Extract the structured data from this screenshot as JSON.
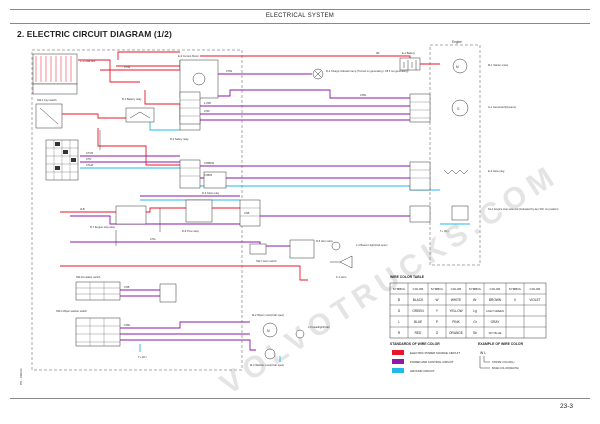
{
  "header": {
    "section": "ELECTRICAL SYSTEM"
  },
  "title": "2. ELECTRIC CIRCUIT DIAGRAM (1/2)",
  "page_number": "23-3",
  "side_code": "9Y1 - 0406-00",
  "watermark": "VOLVOTRUCKS.COM",
  "engine_label": "Engine",
  "components": {
    "battery": "E-1 Battery",
    "alternator_top": "E-3 Current Motor",
    "charge_lamp": "R-4 Charge indicator lamp\n(Turned on generating / Off if not generating)",
    "starter": "M-1 Starter motor",
    "dynamo": "G-1 Generator(Dynamo)",
    "glow": "E-4 Glow plug",
    "engine_stop": "So-1 Engine stop solenoid\n(Activated by key SW. on position)",
    "fuse": "F-1 Fuse box",
    "key_switch": "SW-1 Key switch",
    "battery_relay": "R-1 Battery relay",
    "safety_relay": "R-2 Safety relay",
    "glow_relay": "R-3 Glow relay",
    "horn_relay": "R-5 Horn relay",
    "horn_switch": "SW-7 Horn switch",
    "horn": "K-1 Horn",
    "time_relay": "R-6 Time relay",
    "engine_stop_relay": "R-7 Engine stop relay",
    "heater_switch": "SW-19 Heater switch",
    "wiper_switch": "SW-4 Wiper washer switch",
    "wiper_motor": "M-2 Wiper motor(Cab spec)",
    "washer_motor": "M-3 Washer motor(Cab spec)",
    "beacon": "L-3 Beacon light(Cab spec)",
    "head_light": "L-5 Headlight(Cab)",
    "tx_ground": "T+ (21)",
    "tx_ground2": "T+ (21)"
  },
  "wire_table": {
    "title": "WIRE COLOR TABLE",
    "headers": [
      "SYMBOL",
      "COLOR",
      "SYMBOL",
      "COLOR",
      "SYMBOL",
      "COLOR",
      "SYMBOL",
      "COLOR"
    ],
    "rows": [
      [
        "B",
        "BLACK",
        "W",
        "WHITE",
        "Br",
        "BROWN",
        "V",
        "VIOLET"
      ],
      [
        "G",
        "GREEN",
        "Y",
        "YELLOW",
        "Lg",
        "LIGHT GREEN",
        "",
        ""
      ],
      [
        "L",
        "BLUE",
        "P",
        "PINK",
        "Gr",
        "GRAY",
        "",
        ""
      ],
      [
        "R",
        "RED",
        "O",
        "ORANGE",
        "Sb",
        "SKY BLUE",
        "",
        ""
      ]
    ]
  },
  "legend": {
    "standards_title": "STANDARDS OF WIRE COLOR",
    "items": [
      {
        "label": "ELECTRIC POWER SOURCE CIRCUIT",
        "color": "#e8162a"
      },
      {
        "label": "POWER AND CONTROL CIRCUIT",
        "color": "#8b1aa8"
      },
      {
        "label": "GROUND CIRCUIT",
        "color": "#22b8e8"
      }
    ],
    "example_title": "EXAMPLE OF WIRE COLOR",
    "example_code": "W  L",
    "example_stripe": "STRIPE COLOR(L)",
    "example_base": "BASE COLOR(WHITE)"
  },
  "wire_labels": {
    "w1": "0.5W",
    "w2": "0.5W",
    "w3": "0.85L",
    "w4": "3R",
    "w5": "1.25R",
    "w6": "0.5R",
    "w7": "0.85BrW",
    "w8": "0.5BrR",
    "w9": "0.5YR",
    "w10": "0.5V",
    "w11": "0.5LW",
    "w12": "0.5B",
    "w13": "0.5G",
    "w14": "2LB",
    "w15": "0.5B",
    "w16": "0.85L"
  },
  "colors": {
    "red": "#e8162a",
    "violet": "#8b1aa8",
    "cyan": "#22b8e8",
    "line": "#333333"
  }
}
